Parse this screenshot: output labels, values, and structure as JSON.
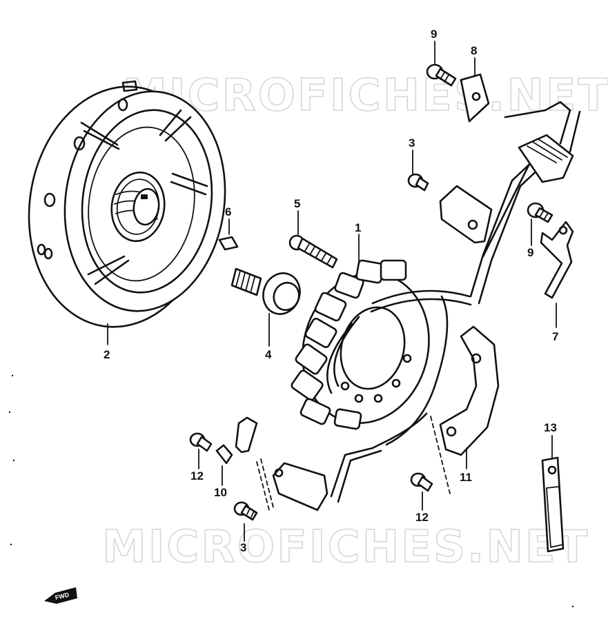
{
  "watermark": {
    "top": "MICROFICHES.NET",
    "bottom": "MICROFICHES.NET"
  },
  "parts": [
    {
      "id": "1",
      "label": "1"
    },
    {
      "id": "2",
      "label": "2"
    },
    {
      "id": "3a",
      "label": "3"
    },
    {
      "id": "3b",
      "label": "3"
    },
    {
      "id": "4",
      "label": "4"
    },
    {
      "id": "5",
      "label": "5"
    },
    {
      "id": "6",
      "label": "6"
    },
    {
      "id": "7",
      "label": "7"
    },
    {
      "id": "8",
      "label": "8"
    },
    {
      "id": "9a",
      "label": "9"
    },
    {
      "id": "9b",
      "label": "9"
    },
    {
      "id": "10",
      "label": "10"
    },
    {
      "id": "11",
      "label": "11"
    },
    {
      "id": "12a",
      "label": "12"
    },
    {
      "id": "12b",
      "label": "12"
    },
    {
      "id": "13",
      "label": "13"
    }
  ],
  "front_marker": "FWD",
  "colors": {
    "ink": "#111111",
    "watermark": "#d6d6d6"
  }
}
